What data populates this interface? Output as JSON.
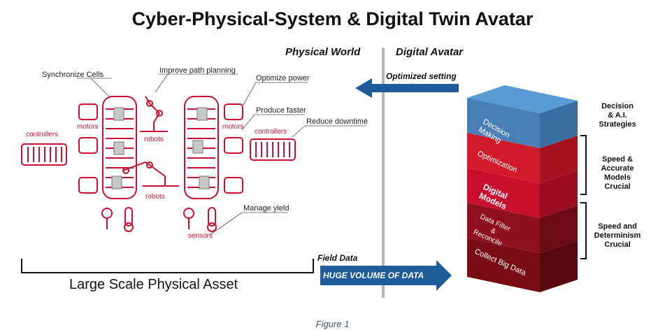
{
  "title": "Cyber-Physical-System & Digital Twin Avatar",
  "headers": {
    "physical": "Physical World",
    "digital": "Digital Avatar"
  },
  "labels": {
    "synchronize": "Synchronize Cells",
    "improve_path": "Improve path planning",
    "optimize_power": "Optimize power",
    "produce_faster": "Produce faster",
    "reduce_downtime": "Reduce downtime",
    "manage_yield": "Manage yield"
  },
  "component_labels": {
    "controllers_left": "controllers",
    "motors_left": "motors",
    "robots_top": "robots",
    "robots_bottom": "robots",
    "motors_right": "motors",
    "controllers_right": "controllers",
    "sensors": "sensors"
  },
  "arrows": {
    "optimized": "Optimized setting",
    "field_data": "Field Data",
    "huge_volume": "HUGE VOLUME OF DATA"
  },
  "asset_label": "Large Scale Physical Asset",
  "stack": [
    {
      "label": "Decision\nMaking",
      "color": "#5b9bd5"
    },
    {
      "label": "Optimization",
      "color": "#d21b2a"
    },
    {
      "label": "Digital\nModels",
      "color": "#c8102e"
    },
    {
      "label": "Data Filter\n&\nReconcile",
      "color": "#8e0f1e"
    },
    {
      "label": "Collect Big Data",
      "color": "#7a0c18"
    }
  ],
  "right_labels": {
    "decision": "Decision\n& A.I.\nStrategies",
    "speed_accurate": "Speed &\nAccurate\nModels\nCrucial",
    "speed_determinism": "Speed and\nDeterminism\nCrucial"
  },
  "caption": "Figure 1",
  "colors": {
    "accent_red": "#c8102e",
    "arrow_blue": "#1f5c99",
    "decision_blue": "#5b9bd5"
  }
}
